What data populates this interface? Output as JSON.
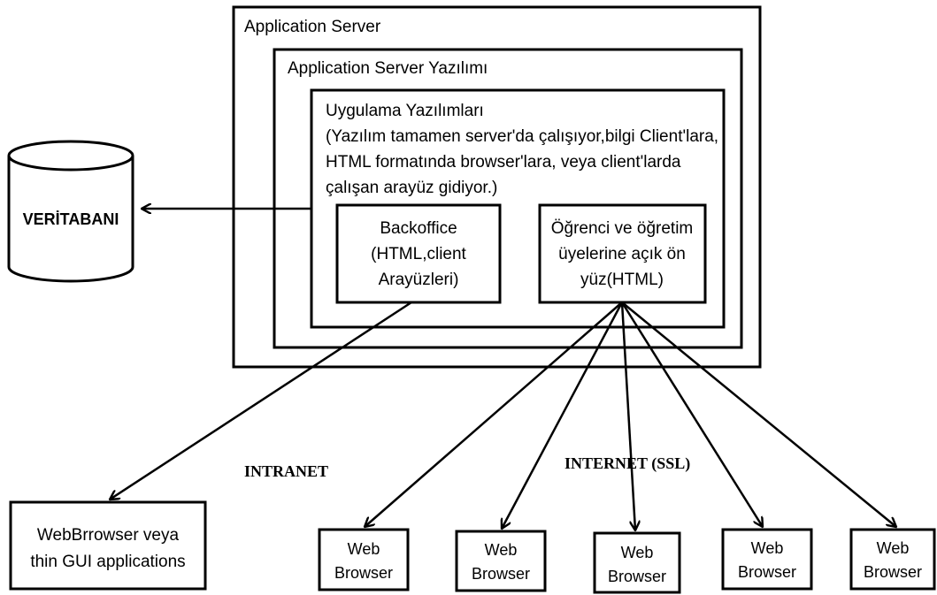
{
  "colors": {
    "stroke": "#000000",
    "background": "#ffffff"
  },
  "app_server": {
    "label": "Application Server"
  },
  "app_server_software": {
    "label": "Application Server Yazılımı"
  },
  "app_software": {
    "title": "Uygulama Yazılımları",
    "desc_line1": "(Yazılım tamamen server'da çalışıyor,bilgi Client'lara,",
    "desc_line2": "HTML formatında browser'lara, veya client'larda",
    "desc_line3": "çalışan arayüz gidiyor.)"
  },
  "backoffice": {
    "line1": "Backoffice",
    "line2": "(HTML,client",
    "line3": "Arayüzleri)"
  },
  "frontend": {
    "line1": "Öğrenci ve öğretim",
    "line2": "üyelerine açık ön",
    "line3": "yüz(HTML)"
  },
  "database": {
    "label": "VERİTABANI"
  },
  "intranet": {
    "label": "INTRANET"
  },
  "internet": {
    "label": "INTERNET (SSL)"
  },
  "webbrowser_thin": {
    "line1": "WebBrrowser veya",
    "line2": "thin GUI applications"
  },
  "browsers": [
    {
      "line1": "Web",
      "line2": "Browser"
    },
    {
      "line1": "Web",
      "line2": "Browser"
    },
    {
      "line1": "Web",
      "line2": "Browser"
    },
    {
      "line1": "Web",
      "line2": "Browser"
    },
    {
      "line1": "Web",
      "line2": "Browser"
    }
  ]
}
